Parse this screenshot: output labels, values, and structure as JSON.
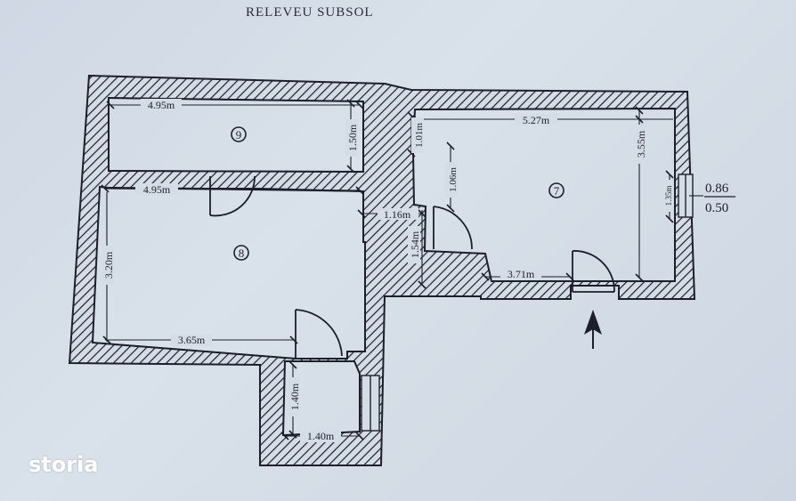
{
  "title": "RELEVEU SUBSOL",
  "logo": "storia",
  "rooms": [
    "9",
    "8",
    "7"
  ],
  "dimensions": {
    "d1": "4.95m",
    "d2": "1.50m",
    "d3": "4.95m",
    "d4": "3.20m",
    "d5": "3.65m",
    "d6": "1.40m",
    "d7": "1.40m",
    "d8": "1.01m",
    "d9": "5.27m",
    "d10": "3.55m",
    "d11": "1.06m",
    "d12": "1.16m",
    "d13": "1.54m",
    "d14": "3.71m",
    "d15": "1.35m"
  },
  "window_ratio": {
    "top": "0.86",
    "bottom": "0.50"
  },
  "colors": {
    "ink": "#1c1f2b",
    "paper": "#d4dce6"
  }
}
